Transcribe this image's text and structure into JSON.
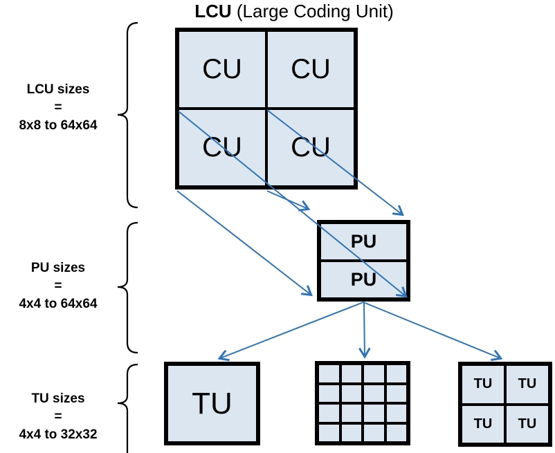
{
  "title": {
    "acronym": "LCU",
    "rest": " (Large Coding Unit)"
  },
  "side_labels": {
    "lcu": {
      "name": "LCU sizes",
      "eq": "=",
      "range": "8x8 to 64x64"
    },
    "pu": {
      "name": "PU sizes",
      "eq": "=",
      "range": "4x4 to 64x64"
    },
    "tu": {
      "name": "TU sizes",
      "eq": "=",
      "range": "4x4 to 32x32"
    }
  },
  "cells": {
    "cu": "CU",
    "pu": "PU",
    "tu": "TU"
  },
  "colors": {
    "block_fill": "#dce6f1",
    "arrow_blue": "#2e74b6",
    "line_black": "#000000"
  }
}
